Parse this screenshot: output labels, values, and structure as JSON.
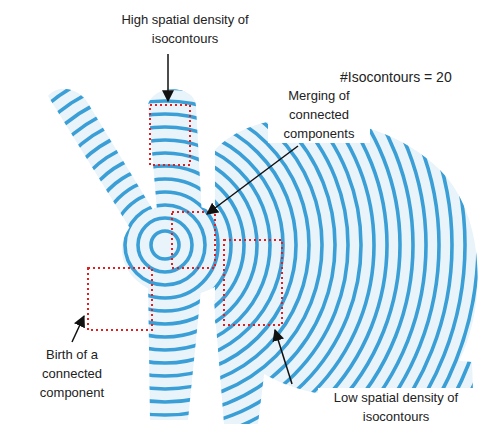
{
  "diagram": {
    "labels": [
      "High spatial density of isocontours",
      "Merging of connected components",
      "#Isocontours = 20",
      "Birth of a connected component",
      "Low spatial density of isocontours"
    ]
  }
}
